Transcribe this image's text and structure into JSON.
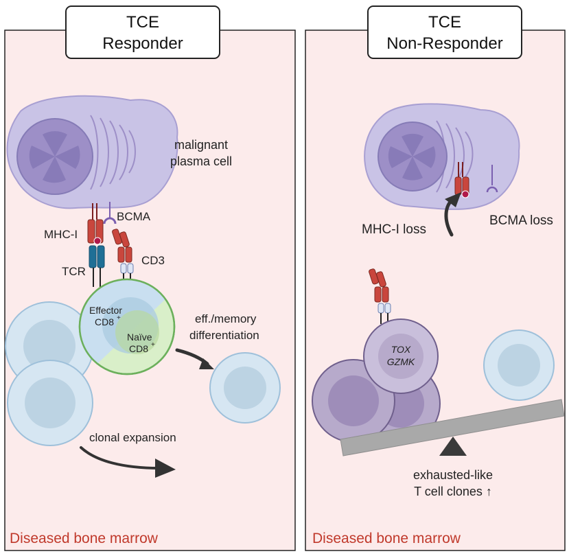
{
  "left_panel": {
    "title_line1": "TCE",
    "title_line2": "Responder",
    "labels": {
      "malignant_line1": "malignant",
      "malignant_line2": "plasma cell",
      "mhc": "MHC-I",
      "bcma": "BCMA",
      "tcr": "TCR",
      "cd3": "CD3",
      "effector_line1": "Effector",
      "effector_line2": "CD8",
      "naive_line1": "Naïve",
      "naive_line2": "CD8",
      "superscript": "+",
      "diff_line1": "eff./memory",
      "diff_line2": "differentiation",
      "expansion": "clonal expansion"
    },
    "footer": "Diseased bone marrow"
  },
  "right_panel": {
    "title_line1": "TCE",
    "title_line2": "Non-Responder",
    "labels": {
      "mhc_loss": "MHC-I loss",
      "bcma_loss": "BCMA loss",
      "tox": "TOX",
      "gzmk": "GZMK",
      "exhausted_line1": "exhausted-like",
      "exhausted_line2": "T cell clones ↑"
    },
    "footer": "Diseased bone marrow"
  },
  "colors": {
    "panel_bg": "#fcebeb",
    "footer_text": "#c0392b",
    "plasma_cell": "#c9c3e6",
    "nucleus": "#9d8fc7",
    "t_cell": "#d6e6f2",
    "naive": "#d9efc9",
    "mhc_red": "#c9463d",
    "tcr_blue": "#1f6f96",
    "exhausted": "#b7aacb",
    "seesaw": "#a9a9a9"
  }
}
